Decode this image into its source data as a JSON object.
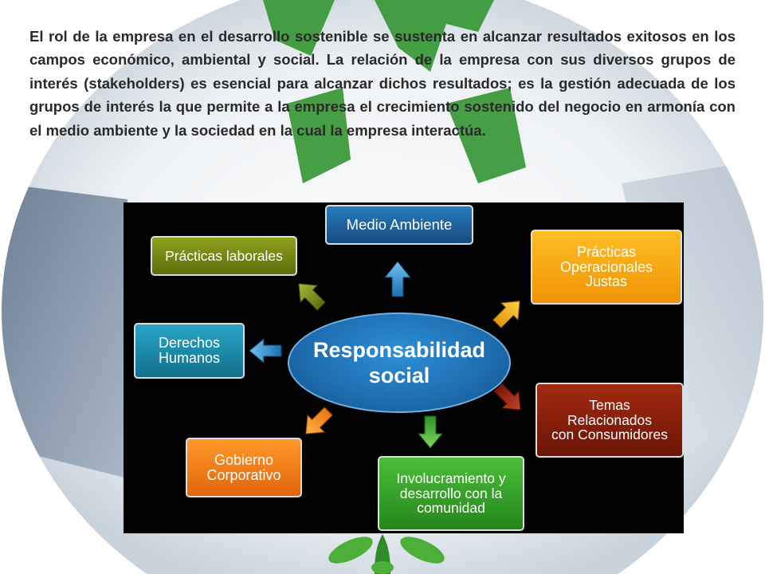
{
  "paragraph": "El rol de la empresa en el desarrollo sostenible se sustenta en alcanzar resultados exitosos en los campos económico, ambiental y social. La relación de la empresa con sus diversos grupos de interés (stakeholders) es esencial para alcanzar dichos resultados; es la gestión adecuada de los grupos de interés la que permite a la empresa el crecimiento sostenido del negocio en armonía con el medio ambiente y la sociedad en la cual la empresa interactúa.",
  "diagram": {
    "center": {
      "line1": "Responsabilidad",
      "line2": "social",
      "color": "#1f6fb3"
    },
    "nodes": {
      "medio_ambiente": {
        "line1": "Medio Ambiente",
        "color": "#1b5e9c"
      },
      "practicas_laborales": {
        "line1": "Prácticas laborales",
        "color": "#7a8a14"
      },
      "practicas_operacionales": {
        "line1": "Prácticas",
        "line2": "Operacionales",
        "line3": "Justas",
        "color": "#f2a20f"
      },
      "derechos_humanos": {
        "line1": "Derechos",
        "line2": "Humanos",
        "color": "#1a8fae"
      },
      "temas_consumidores": {
        "line1": "Temas",
        "line2": "Relacionados",
        "line3": "con Consumidores",
        "color": "#8a1f0e"
      },
      "gobierno_corporativo": {
        "line1": "Gobierno",
        "line2": "Corporativo",
        "color": "#f07a12"
      },
      "involucramiento": {
        "line1": "Involucramiento y",
        "line2": "desarrollo con la",
        "line3": "comunidad",
        "color": "#3aa02e"
      }
    }
  },
  "icons": {
    "background": "recycle-symbol",
    "arrows": [
      "arrow-up-icon",
      "arrow-up-left-icon",
      "arrow-up-right-icon",
      "arrow-left-icon",
      "arrow-down-right-icon",
      "arrow-down-left-icon",
      "arrow-down-icon"
    ]
  }
}
